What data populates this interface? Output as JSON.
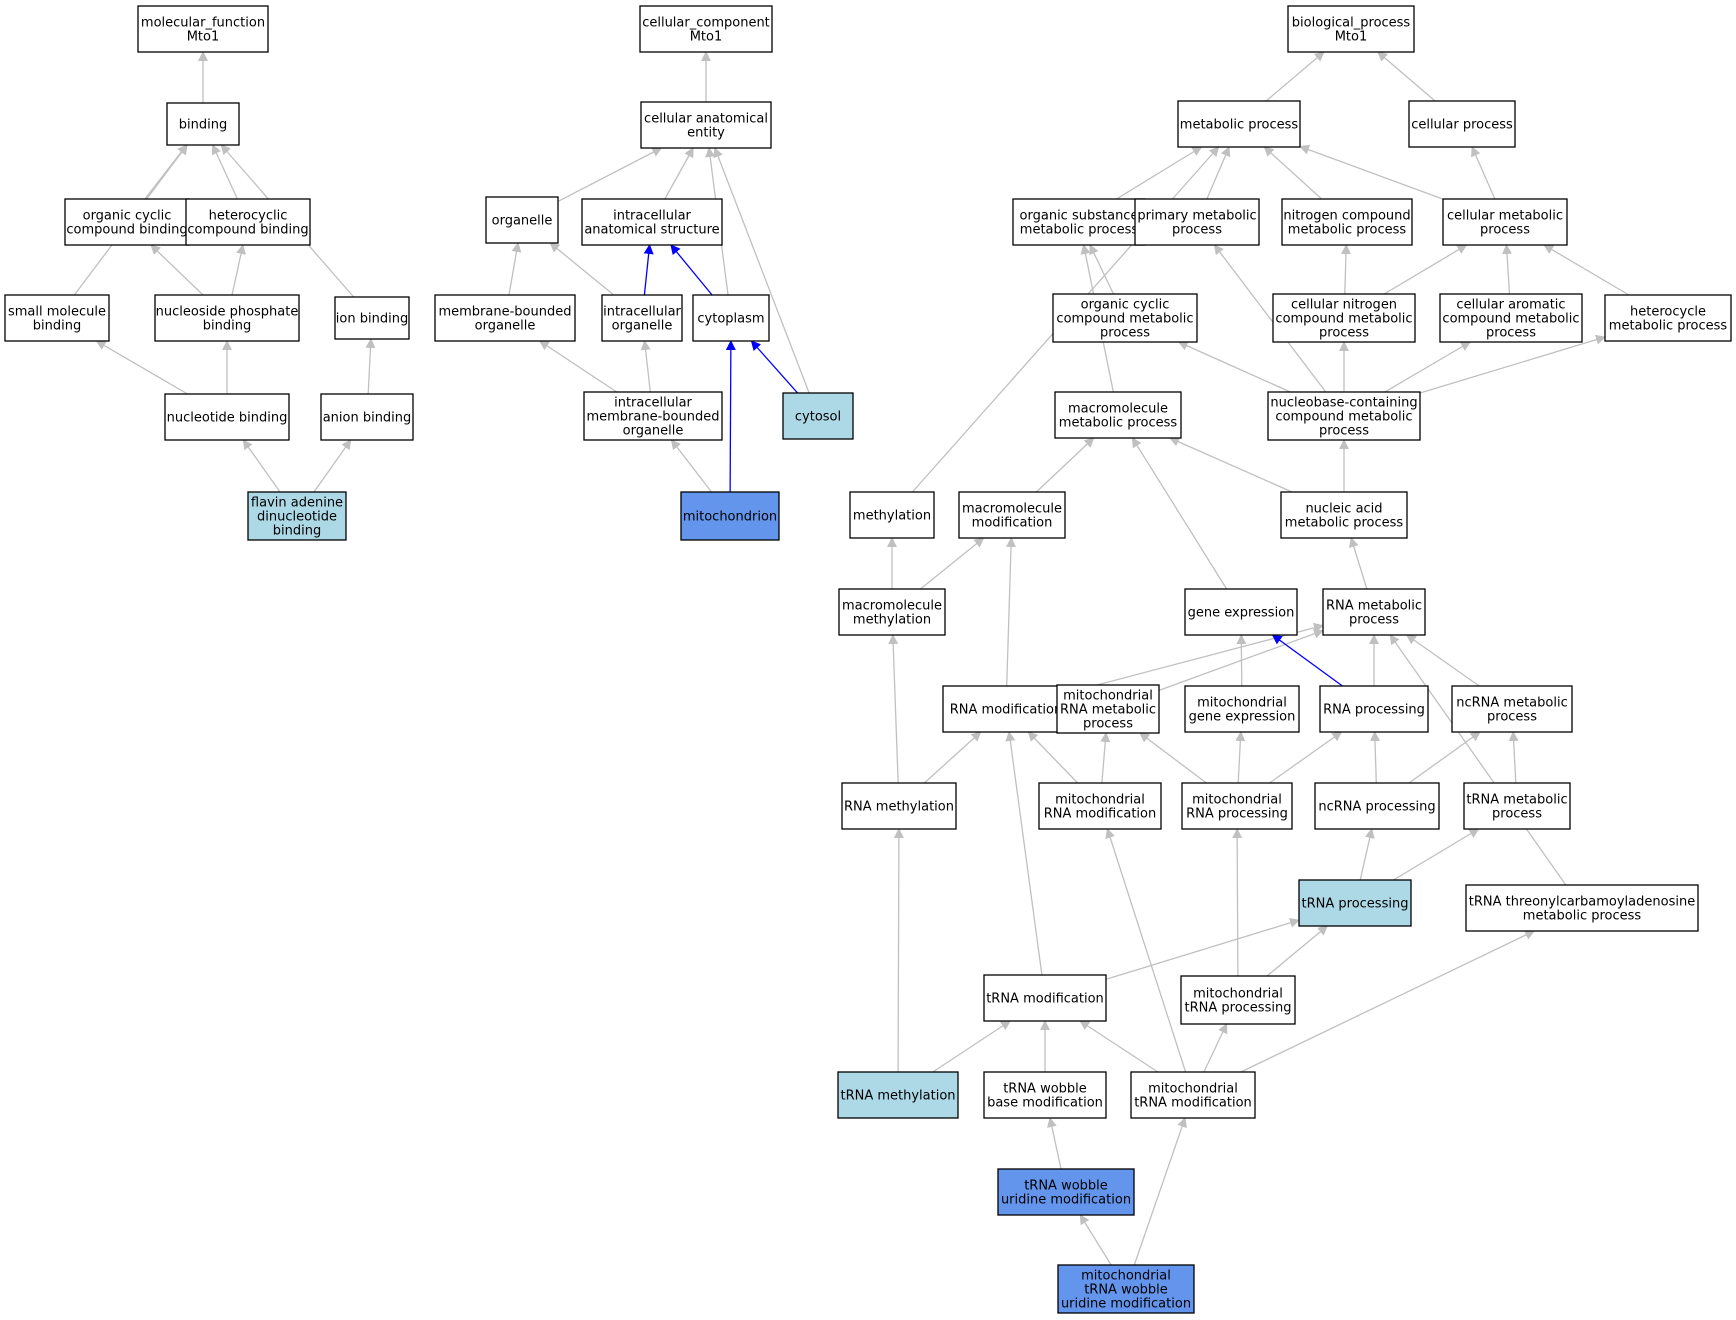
{
  "colors": {
    "node_default": "#ffffff",
    "node_light": "#add8e6",
    "node_dark": "#6495ed",
    "edge_default": "#c0c0c0",
    "edge_highlight": "#0000ff",
    "border": "#000000"
  },
  "nodes": [
    {
      "id": "mf",
      "label": [
        "molecular_function",
        "Mto1"
      ],
      "fill": "white"
    },
    {
      "id": "binding",
      "label": [
        "binding"
      ],
      "fill": "white"
    },
    {
      "id": "orgcyc_bind",
      "label": [
        "organic cyclic",
        "compound binding"
      ],
      "fill": "white"
    },
    {
      "id": "hetcyc_bind",
      "label": [
        "heterocyclic",
        "compound binding"
      ],
      "fill": "white"
    },
    {
      "id": "smallmol",
      "label": [
        "small molecule",
        "binding"
      ],
      "fill": "white"
    },
    {
      "id": "nucphos",
      "label": [
        "nucleoside phosphate",
        "binding"
      ],
      "fill": "white"
    },
    {
      "id": "ionbind",
      "label": [
        "ion binding"
      ],
      "fill": "white"
    },
    {
      "id": "nucbind",
      "label": [
        "nucleotide binding"
      ],
      "fill": "white"
    },
    {
      "id": "anionbind",
      "label": [
        "anion binding"
      ],
      "fill": "white"
    },
    {
      "id": "fad",
      "label": [
        "flavin adenine",
        "dinucleotide",
        "binding"
      ],
      "fill": "light"
    },
    {
      "id": "cc",
      "label": [
        "cellular_component",
        "Mto1"
      ],
      "fill": "white"
    },
    {
      "id": "cae",
      "label": [
        "cellular anatomical",
        "entity"
      ],
      "fill": "white"
    },
    {
      "id": "organelle",
      "label": [
        "organelle"
      ],
      "fill": "white"
    },
    {
      "id": "ias",
      "label": [
        "intracellular",
        "anatomical structure"
      ],
      "fill": "white"
    },
    {
      "id": "mbo",
      "label": [
        "membrane-bounded",
        "organelle"
      ],
      "fill": "white"
    },
    {
      "id": "io",
      "label": [
        "intracellular",
        "organelle"
      ],
      "fill": "white"
    },
    {
      "id": "cytoplasm",
      "label": [
        "cytoplasm"
      ],
      "fill": "white"
    },
    {
      "id": "imbo",
      "label": [
        "intracellular",
        "membrane-bounded",
        "organelle"
      ],
      "fill": "white"
    },
    {
      "id": "cytosol",
      "label": [
        "cytosol"
      ],
      "fill": "light"
    },
    {
      "id": "mito",
      "label": [
        "mitochondrion"
      ],
      "fill": "dark"
    },
    {
      "id": "bp",
      "label": [
        "biological_process",
        "Mto1"
      ],
      "fill": "white"
    },
    {
      "id": "metproc",
      "label": [
        "metabolic process"
      ],
      "fill": "white"
    },
    {
      "id": "cellproc",
      "label": [
        "cellular process"
      ],
      "fill": "white"
    },
    {
      "id": "osmp",
      "label": [
        "organic substance",
        "metabolic process"
      ],
      "fill": "white"
    },
    {
      "id": "pmp",
      "label": [
        "primary metabolic",
        "process"
      ],
      "fill": "white"
    },
    {
      "id": "ncmp",
      "label": [
        "nitrogen compound",
        "metabolic process"
      ],
      "fill": "white"
    },
    {
      "id": "cmp",
      "label": [
        "cellular metabolic",
        "process"
      ],
      "fill": "white"
    },
    {
      "id": "occmp",
      "label": [
        "organic cyclic",
        "compound metabolic",
        "process"
      ],
      "fill": "white"
    },
    {
      "id": "cncmp",
      "label": [
        "cellular nitrogen",
        "compound metabolic",
        "process"
      ],
      "fill": "white"
    },
    {
      "id": "cacmp",
      "label": [
        "cellular aromatic",
        "compound metabolic",
        "process"
      ],
      "fill": "white"
    },
    {
      "id": "hmp",
      "label": [
        "heterocycle",
        "metabolic process"
      ],
      "fill": "white"
    },
    {
      "id": "macmp",
      "label": [
        "macromolecule",
        "metabolic process"
      ],
      "fill": "white"
    },
    {
      "id": "nbcmp",
      "label": [
        "nucleobase-containing",
        "compound metabolic",
        "process"
      ],
      "fill": "white"
    },
    {
      "id": "methylation",
      "label": [
        "methylation"
      ],
      "fill": "white"
    },
    {
      "id": "macmod",
      "label": [
        "macromolecule",
        "modification"
      ],
      "fill": "white"
    },
    {
      "id": "namp",
      "label": [
        "nucleic acid",
        "metabolic process"
      ],
      "fill": "white"
    },
    {
      "id": "macmeth",
      "label": [
        "macromolecule",
        "methylation"
      ],
      "fill": "white"
    },
    {
      "id": "geneexp",
      "label": [
        "gene expression"
      ],
      "fill": "white"
    },
    {
      "id": "rnamp",
      "label": [
        "RNA metabolic",
        "process"
      ],
      "fill": "white"
    },
    {
      "id": "rnamod",
      "label": [
        "RNA modification"
      ],
      "fill": "white"
    },
    {
      "id": "mtrnamp",
      "label": [
        "mitochondrial",
        "RNA metabolic",
        "process"
      ],
      "fill": "white"
    },
    {
      "id": "mtgeneexp",
      "label": [
        "mitochondrial",
        "gene expression"
      ],
      "fill": "white"
    },
    {
      "id": "rnaproc",
      "label": [
        "RNA processing"
      ],
      "fill": "white"
    },
    {
      "id": "ncrnamp",
      "label": [
        "ncRNA metabolic",
        "process"
      ],
      "fill": "white"
    },
    {
      "id": "rnameth",
      "label": [
        "RNA methylation"
      ],
      "fill": "white"
    },
    {
      "id": "mtrnamod",
      "label": [
        "mitochondrial",
        "RNA modification"
      ],
      "fill": "white"
    },
    {
      "id": "mtrnaproc",
      "label": [
        "mitochondrial",
        "RNA processing"
      ],
      "fill": "white"
    },
    {
      "id": "ncrnaproc",
      "label": [
        "ncRNA processing"
      ],
      "fill": "white"
    },
    {
      "id": "trnamp",
      "label": [
        "tRNA metabolic",
        "process"
      ],
      "fill": "white"
    },
    {
      "id": "trnaproc",
      "label": [
        "tRNA processing"
      ],
      "fill": "light"
    },
    {
      "id": "ttamp",
      "label": [
        "tRNA threonylcarbamoyladenosine",
        "metabolic process"
      ],
      "fill": "white"
    },
    {
      "id": "trnamod",
      "label": [
        "tRNA modification"
      ],
      "fill": "white"
    },
    {
      "id": "mttrnaproc",
      "label": [
        "mitochondrial",
        "tRNA processing"
      ],
      "fill": "white"
    },
    {
      "id": "trnameth",
      "label": [
        "tRNA methylation"
      ],
      "fill": "light"
    },
    {
      "id": "twbm",
      "label": [
        "tRNA wobble",
        "base modification"
      ],
      "fill": "white"
    },
    {
      "id": "mttrnamod",
      "label": [
        "mitochondrial",
        "tRNA modification"
      ],
      "fill": "white"
    },
    {
      "id": "twum",
      "label": [
        "tRNA wobble",
        "uridine modification"
      ],
      "fill": "dark"
    },
    {
      "id": "mttwum",
      "label": [
        "mitochondrial",
        "tRNA wobble",
        "uridine modification"
      ],
      "fill": "dark"
    }
  ],
  "edges": [
    {
      "from": "binding",
      "to": "mf",
      "color": "default"
    },
    {
      "from": "orgcyc_bind",
      "to": "binding",
      "color": "default"
    },
    {
      "from": "hetcyc_bind",
      "to": "binding",
      "color": "default"
    },
    {
      "from": "smallmol",
      "to": "binding",
      "color": "default"
    },
    {
      "from": "ionbind",
      "to": "binding",
      "color": "default"
    },
    {
      "from": "nucphos",
      "to": "orgcyc_bind",
      "color": "default"
    },
    {
      "from": "nucphos",
      "to": "hetcyc_bind",
      "color": "default"
    },
    {
      "from": "nucbind",
      "to": "smallmol",
      "color": "default"
    },
    {
      "from": "nucbind",
      "to": "nucphos",
      "color": "default"
    },
    {
      "from": "anionbind",
      "to": "ionbind",
      "color": "default"
    },
    {
      "from": "fad",
      "to": "nucbind",
      "color": "default"
    },
    {
      "from": "fad",
      "to": "anionbind",
      "color": "default"
    },
    {
      "from": "cae",
      "to": "cc",
      "color": "default"
    },
    {
      "from": "organelle",
      "to": "cae",
      "color": "default"
    },
    {
      "from": "ias",
      "to": "cae",
      "color": "default"
    },
    {
      "from": "cytoplasm",
      "to": "cae",
      "color": "default"
    },
    {
      "from": "cytosol",
      "to": "cae",
      "color": "default"
    },
    {
      "from": "mbo",
      "to": "organelle",
      "color": "default"
    },
    {
      "from": "io",
      "to": "organelle",
      "color": "default"
    },
    {
      "from": "io",
      "to": "ias",
      "color": "highlight"
    },
    {
      "from": "cytoplasm",
      "to": "ias",
      "color": "highlight"
    },
    {
      "from": "imbo",
      "to": "mbo",
      "color": "default"
    },
    {
      "from": "imbo",
      "to": "io",
      "color": "default"
    },
    {
      "from": "cytosol",
      "to": "cytoplasm",
      "color": "highlight"
    },
    {
      "from": "mito",
      "to": "imbo",
      "color": "default"
    },
    {
      "from": "mito",
      "to": "cytoplasm",
      "color": "highlight"
    },
    {
      "from": "metproc",
      "to": "bp",
      "color": "default"
    },
    {
      "from": "cellproc",
      "to": "bp",
      "color": "default"
    },
    {
      "from": "osmp",
      "to": "metproc",
      "color": "default"
    },
    {
      "from": "pmp",
      "to": "metproc",
      "color": "default"
    },
    {
      "from": "ncmp",
      "to": "metproc",
      "color": "default"
    },
    {
      "from": "cmp",
      "to": "metproc",
      "color": "default"
    },
    {
      "from": "methylation",
      "to": "metproc",
      "color": "default"
    },
    {
      "from": "cmp",
      "to": "cellproc",
      "color": "default"
    },
    {
      "from": "occmp",
      "to": "osmp",
      "color": "default"
    },
    {
      "from": "macmp",
      "to": "osmp",
      "color": "default"
    },
    {
      "from": "cncmp",
      "to": "ncmp",
      "color": "default"
    },
    {
      "from": "cncmp",
      "to": "cmp",
      "color": "default"
    },
    {
      "from": "cacmp",
      "to": "cmp",
      "color": "default"
    },
    {
      "from": "hmp",
      "to": "cmp",
      "color": "default"
    },
    {
      "from": "nbcmp",
      "to": "pmp",
      "color": "default"
    },
    {
      "from": "nbcmp",
      "to": "occmp",
      "color": "default"
    },
    {
      "from": "nbcmp",
      "to": "cncmp",
      "color": "default"
    },
    {
      "from": "nbcmp",
      "to": "cacmp",
      "color": "default"
    },
    {
      "from": "nbcmp",
      "to": "hmp",
      "color": "default"
    },
    {
      "from": "macmod",
      "to": "macmp",
      "color": "default"
    },
    {
      "from": "geneexp",
      "to": "macmp",
      "color": "default"
    },
    {
      "from": "namp",
      "to": "macmp",
      "color": "default"
    },
    {
      "from": "namp",
      "to": "nbcmp",
      "color": "default"
    },
    {
      "from": "macmeth",
      "to": "methylation",
      "color": "default"
    },
    {
      "from": "macmeth",
      "to": "macmod",
      "color": "default"
    },
    {
      "from": "rnamod",
      "to": "macmod",
      "color": "default"
    },
    {
      "from": "rnamp",
      "to": "namp",
      "color": "default"
    },
    {
      "from": "rnamod",
      "to": "rnamp",
      "color": "default"
    },
    {
      "from": "mtrnamp",
      "to": "rnamp",
      "color": "default"
    },
    {
      "from": "rnaproc",
      "to": "rnamp",
      "color": "default"
    },
    {
      "from": "ncrnamp",
      "to": "rnamp",
      "color": "default"
    },
    {
      "from": "ttamp",
      "to": "rnamp",
      "color": "default"
    },
    {
      "from": "mtgeneexp",
      "to": "geneexp",
      "color": "default"
    },
    {
      "from": "rnaproc",
      "to": "geneexp",
      "color": "highlight"
    },
    {
      "from": "rnameth",
      "to": "macmeth",
      "color": "default"
    },
    {
      "from": "rnameth",
      "to": "rnamod",
      "color": "default"
    },
    {
      "from": "mtrnamod",
      "to": "rnamod",
      "color": "default"
    },
    {
      "from": "mtrnamod",
      "to": "mtrnamp",
      "color": "default"
    },
    {
      "from": "mtrnaproc",
      "to": "mtrnamp",
      "color": "default"
    },
    {
      "from": "mtrnaproc",
      "to": "mtgeneexp",
      "color": "default"
    },
    {
      "from": "mtrnaproc",
      "to": "rnaproc",
      "color": "default"
    },
    {
      "from": "ncrnaproc",
      "to": "rnaproc",
      "color": "default"
    },
    {
      "from": "ncrnaproc",
      "to": "ncrnamp",
      "color": "default"
    },
    {
      "from": "trnamp",
      "to": "ncrnamp",
      "color": "default"
    },
    {
      "from": "trnaproc",
      "to": "ncrnaproc",
      "color": "default"
    },
    {
      "from": "trnaproc",
      "to": "trnamp",
      "color": "default"
    },
    {
      "from": "trnamod",
      "to": "rnamod",
      "color": "default"
    },
    {
      "from": "trnamod",
      "to": "trnaproc",
      "color": "default"
    },
    {
      "from": "mttrnaproc",
      "to": "mtrnaproc",
      "color": "default"
    },
    {
      "from": "mttrnaproc",
      "to": "trnaproc",
      "color": "default"
    },
    {
      "from": "trnameth",
      "to": "rnameth",
      "color": "default"
    },
    {
      "from": "trnameth",
      "to": "trnamod",
      "color": "default"
    },
    {
      "from": "twbm",
      "to": "trnamod",
      "color": "default"
    },
    {
      "from": "mttrnamod",
      "to": "trnamod",
      "color": "default"
    },
    {
      "from": "mttrnamod",
      "to": "mtrnamod",
      "color": "default"
    },
    {
      "from": "mttrnamod",
      "to": "mttrnaproc",
      "color": "default"
    },
    {
      "from": "mttrnamod",
      "to": "ttamp",
      "color": "default"
    },
    {
      "from": "twum",
      "to": "twbm",
      "color": "default"
    },
    {
      "from": "mttwum",
      "to": "twum",
      "color": "default"
    },
    {
      "from": "mttwum",
      "to": "mttrnamod",
      "color": "default"
    }
  ]
}
